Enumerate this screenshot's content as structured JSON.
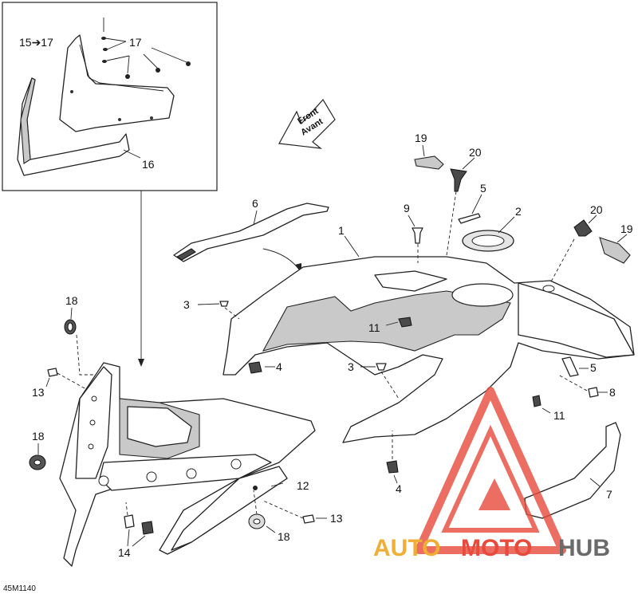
{
  "callouts": [
    {
      "id": "c1",
      "text": "1"
    },
    {
      "id": "c2",
      "text": "2"
    },
    {
      "id": "c3a",
      "text": "3"
    },
    {
      "id": "c3b",
      "text": "3"
    },
    {
      "id": "c4a",
      "text": "4"
    },
    {
      "id": "c4b",
      "text": "4"
    },
    {
      "id": "c5a",
      "text": "5"
    },
    {
      "id": "c5b",
      "text": "5"
    },
    {
      "id": "c6",
      "text": "6"
    },
    {
      "id": "c7",
      "text": "7"
    },
    {
      "id": "c8",
      "text": "8"
    },
    {
      "id": "c9",
      "text": "9"
    },
    {
      "id": "c11a",
      "text": "11"
    },
    {
      "id": "c11b",
      "text": "11"
    },
    {
      "id": "c12",
      "text": "12"
    },
    {
      "id": "c13a",
      "text": "13"
    },
    {
      "id": "c13b",
      "text": "13"
    },
    {
      "id": "c14",
      "text": "14"
    },
    {
      "id": "c15",
      "text": "15➔17"
    },
    {
      "id": "c16",
      "text": "16"
    },
    {
      "id": "c17a",
      "text": "17"
    },
    {
      "id": "c17b",
      "text": "17"
    },
    {
      "id": "c18a",
      "text": "18"
    },
    {
      "id": "c18b",
      "text": "18"
    },
    {
      "id": "c18c",
      "text": "18"
    },
    {
      "id": "c19a",
      "text": "19"
    },
    {
      "id": "c19b",
      "text": "19"
    },
    {
      "id": "c20a",
      "text": "20"
    },
    {
      "id": "c20b",
      "text": "20"
    }
  ],
  "front_arrow": {
    "line1": "Front",
    "line2": "Avant"
  },
  "diagram_code": "45M1140",
  "watermark": {
    "part1": "AUTO",
    "part2": "MOTO",
    "part3": "HUB"
  },
  "colors": {
    "watermark_orange": "#f1ae34",
    "watermark_red": "#e84b3c",
    "watermark_gray": "#6b6b6b"
  }
}
